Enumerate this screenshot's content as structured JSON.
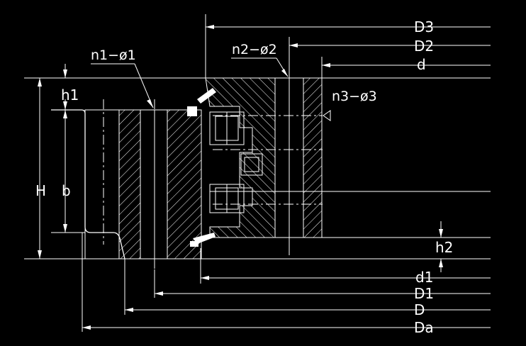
{
  "labels": {
    "D3": "D3",
    "D2": "D2",
    "d": "d",
    "n2": "n2−ø2",
    "n1": "n1−ø1",
    "n3": "n3−ø3",
    "h1": "h1",
    "H": "H",
    "b": "b",
    "h2": "h2",
    "d1": "d1",
    "D1": "D1",
    "D": "D",
    "Da": "Da"
  },
  "colors": {
    "background": "#000000",
    "lines": "#ffffff"
  }
}
